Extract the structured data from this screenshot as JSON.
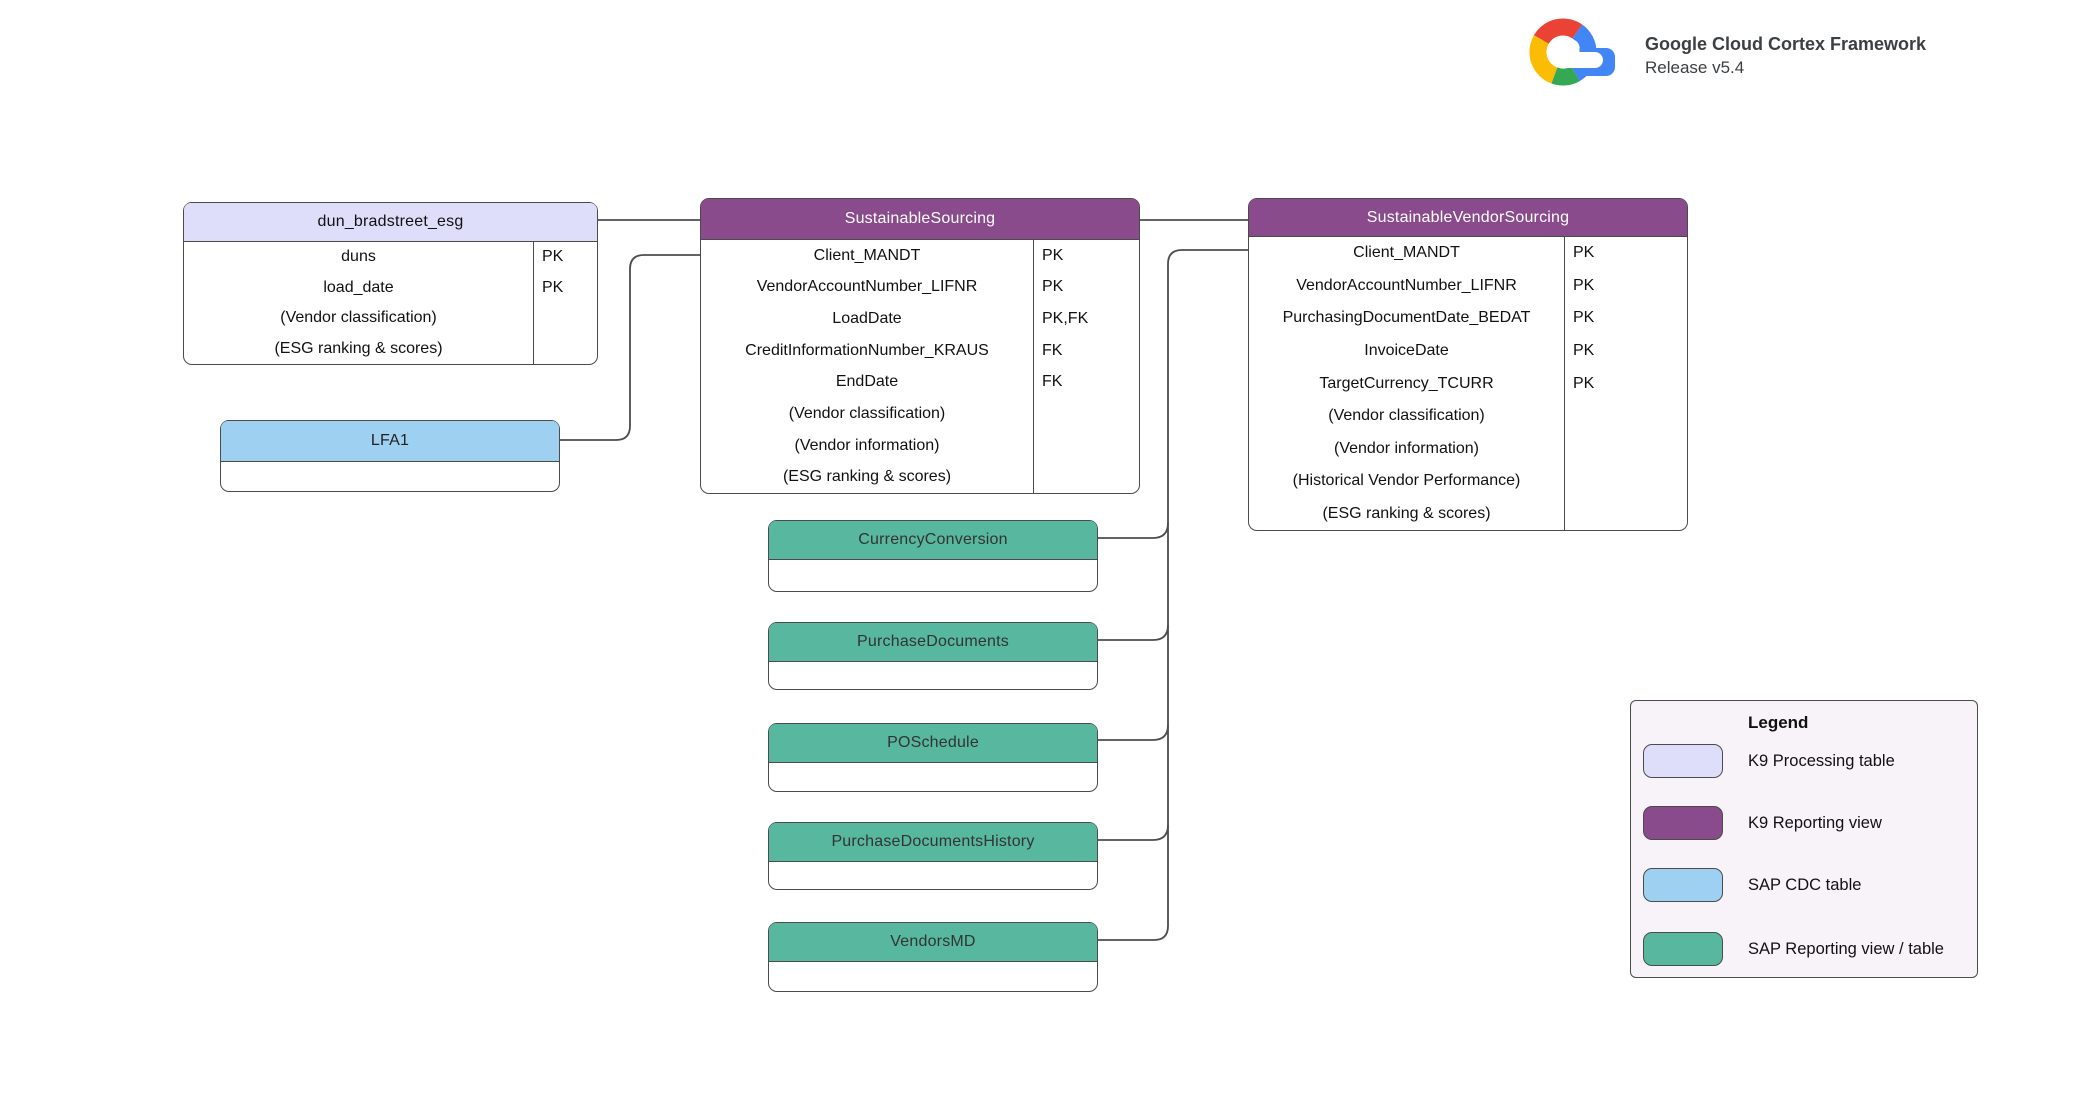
{
  "header": {
    "logo_icon": "google-cloud-logo",
    "title": "Google Cloud Cortex Framework",
    "release": "Release v5.4"
  },
  "colors": {
    "k9_processing": "#DEDEFA",
    "k9_reporting": "#8A4B8C",
    "sap_cdc": "#9DD0F1",
    "sap_reporting": "#57B89F",
    "table_border": "#4B4B4B",
    "connector": "#4D4D4D",
    "legend_bg": "#F8F3F8",
    "logo_red": "#EA4335",
    "logo_yellow": "#FBBC04",
    "logo_green": "#34A853",
    "logo_blue": "#4285F4"
  },
  "tables": [
    {
      "title": "dun_bradstreet_esg",
      "type": "k9_processing",
      "header_fill": "#DEDEFA",
      "header_text": "#111111",
      "key_col": true,
      "rows": [
        {
          "name": "duns",
          "key": "PK"
        },
        {
          "name": "load_date",
          "key": "PK"
        },
        {
          "name": "(Vendor classification)",
          "key": ""
        },
        {
          "name": "(ESG ranking & scores)",
          "key": ""
        }
      ]
    },
    {
      "title": "SustainableSourcing",
      "type": "k9_reporting",
      "header_fill": "#8A4B8C",
      "header_text": "#FFFFFF",
      "key_col": true,
      "rows": [
        {
          "name": "Client_MANDT",
          "key": "PK"
        },
        {
          "name": "VendorAccountNumber_LIFNR",
          "key": "PK"
        },
        {
          "name": "LoadDate",
          "key": "PK,FK"
        },
        {
          "name": "CreditInformationNumber_KRAUS",
          "key": "FK"
        },
        {
          "name": "EndDate",
          "key": "FK"
        },
        {
          "name": "(Vendor classification)",
          "key": ""
        },
        {
          "name": "(Vendor information)",
          "key": ""
        },
        {
          "name": "(ESG ranking & scores)",
          "key": ""
        }
      ]
    },
    {
      "title": "SustainableVendorSourcing",
      "type": "k9_reporting",
      "header_fill": "#8A4B8C",
      "header_text": "#FFFFFF",
      "key_col": true,
      "rows": [
        {
          "name": "Client_MANDT",
          "key": "PK"
        },
        {
          "name": "VendorAccountNumber_LIFNR",
          "key": "PK"
        },
        {
          "name": "PurchasingDocumentDate_BEDAT",
          "key": "PK"
        },
        {
          "name": "InvoiceDate",
          "key": "PK"
        },
        {
          "name": "TargetCurrency_TCURR",
          "key": "PK"
        },
        {
          "name": "(Vendor classification)",
          "key": ""
        },
        {
          "name": "(Vendor information)",
          "key": ""
        },
        {
          "name": "(Historical Vendor Performance)",
          "key": ""
        },
        {
          "name": "(ESG ranking & scores)",
          "key": ""
        }
      ]
    },
    {
      "title": "LFA1",
      "type": "sap_cdc",
      "header_fill": "#9DD0F1",
      "header_text": "#222222",
      "key_col": false,
      "rows": [
        {
          "name": "",
          "key": ""
        }
      ]
    },
    {
      "title": "CurrencyConversion",
      "type": "sap_reporting",
      "header_fill": "#57B89F",
      "header_text": "#333333",
      "key_col": false,
      "rows": [
        {
          "name": "",
          "key": ""
        }
      ]
    },
    {
      "title": "PurchaseDocuments",
      "type": "sap_reporting",
      "header_fill": "#57B89F",
      "header_text": "#333333",
      "key_col": false,
      "rows": [
        {
          "name": "",
          "key": ""
        }
      ]
    },
    {
      "title": "POSchedule",
      "type": "sap_reporting",
      "header_fill": "#57B89F",
      "header_text": "#333333",
      "key_col": false,
      "rows": [
        {
          "name": "",
          "key": ""
        }
      ]
    },
    {
      "title": "PurchaseDocumentsHistory",
      "type": "sap_reporting",
      "header_fill": "#57B89F",
      "header_text": "#333333",
      "key_col": false,
      "rows": [
        {
          "name": "",
          "key": ""
        }
      ]
    },
    {
      "title": "VendorsMD",
      "type": "sap_reporting",
      "header_fill": "#57B89F",
      "header_text": "#333333",
      "key_col": false,
      "rows": [
        {
          "name": "",
          "key": ""
        }
      ]
    }
  ],
  "legend": {
    "title": "Legend",
    "items": [
      {
        "label": "K9 Processing table",
        "color": "#DEDEFA"
      },
      {
        "label": "K9 Reporting view",
        "color": "#8A4B8C"
      },
      {
        "label": "SAP CDC table",
        "color": "#9DD0F1"
      },
      {
        "label": "SAP Reporting view / table",
        "color": "#57B89F"
      }
    ]
  }
}
